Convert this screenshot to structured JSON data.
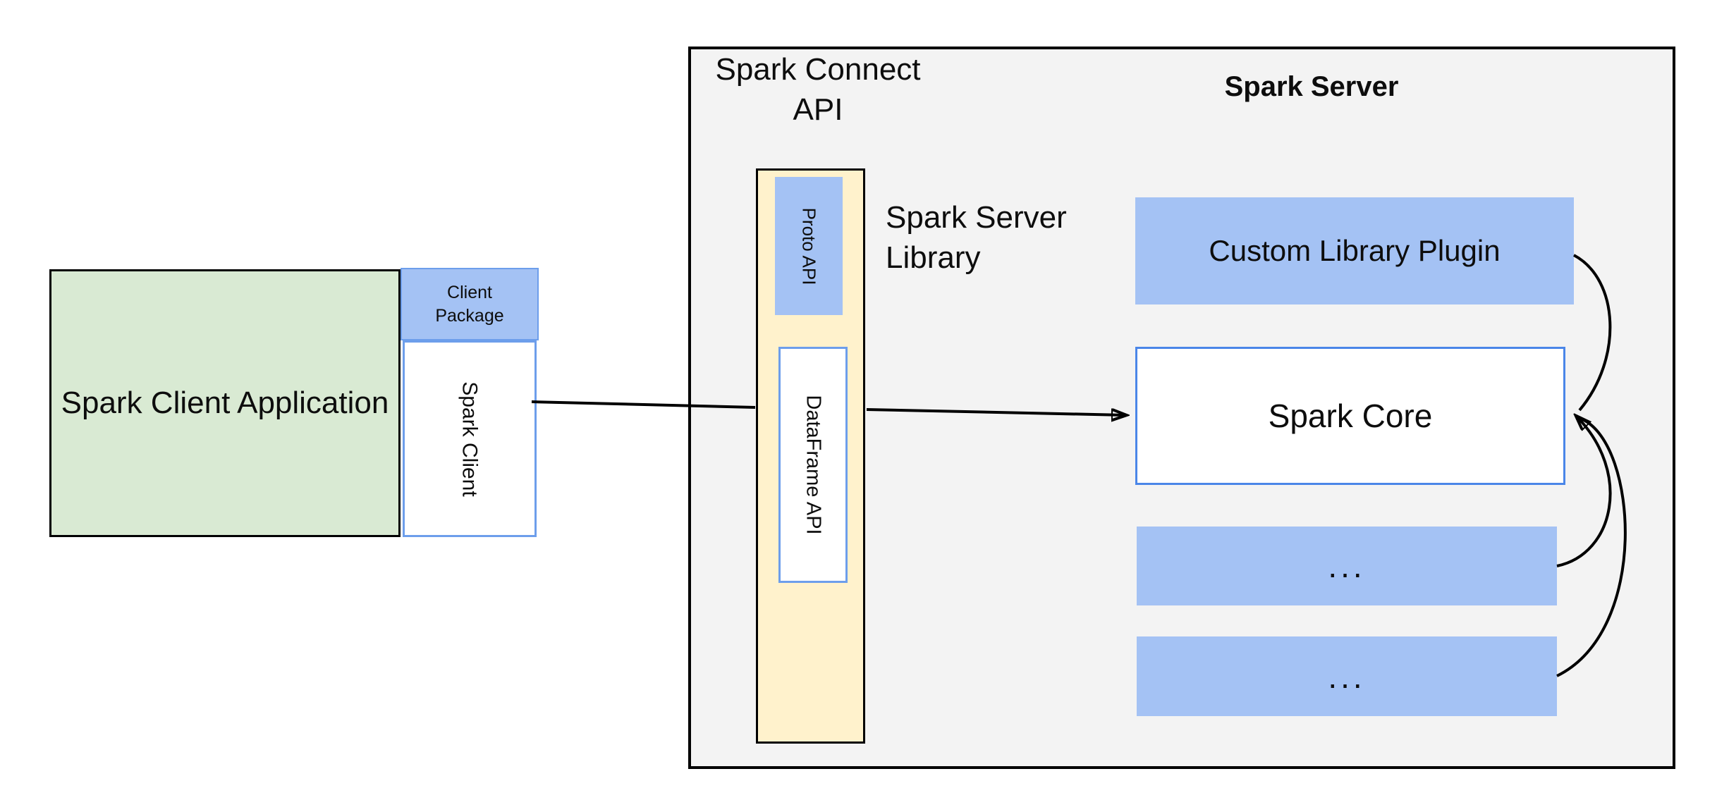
{
  "colors": {
    "panel": "#f3f3f3",
    "green": "#d9ead3",
    "cream": "#fff2cc",
    "blue": "#a4c2f4",
    "blueBorder": "#4a86e8",
    "blueBorderLight": "#6d9eeb",
    "black": "#000000",
    "text": "#0d0d0d"
  },
  "client_group": {
    "app_label": "Spark Client Application",
    "package_label": "Client Package",
    "client_label": "Spark Client"
  },
  "connect": {
    "api_title": "Spark Connect API",
    "proto_label": "Proto API",
    "dataframe_label": "DataFrame API",
    "library_label": "Spark Server Library"
  },
  "server": {
    "title": "Spark Server",
    "plugin_label": "Custom Library Plugin",
    "core_label": "Spark Core",
    "dots1": "...",
    "dots2": "..."
  }
}
